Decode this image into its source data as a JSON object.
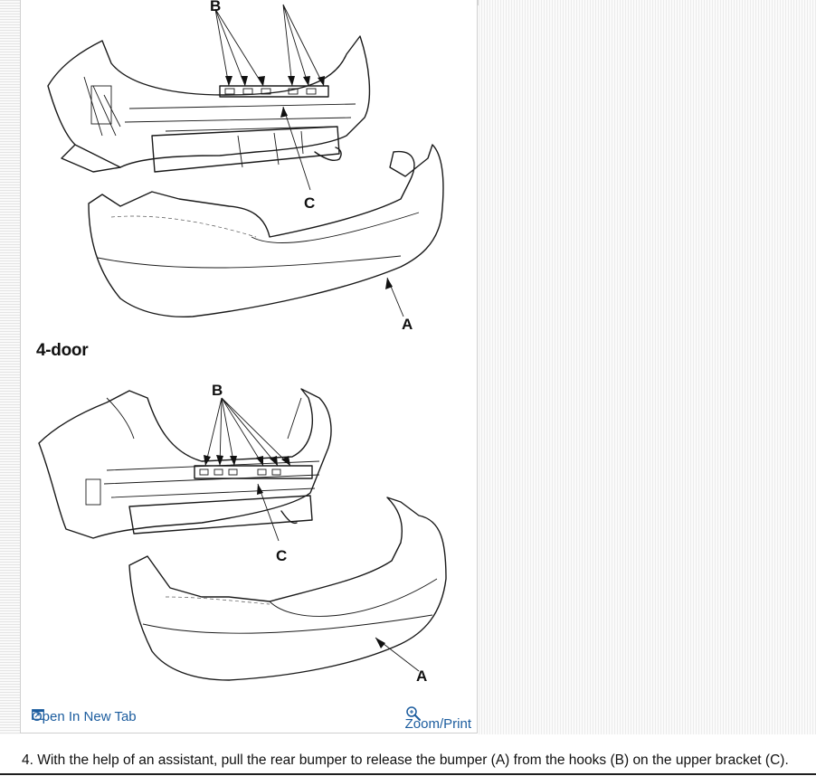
{
  "figure": {
    "section_label": "4-door",
    "callouts": {
      "top_b": "B",
      "top_c": "C",
      "top_a": "A",
      "bottom_b": "B",
      "bottom_c": "C",
      "bottom_a": "A"
    },
    "links": {
      "open_new_tab": "Open In New Tab",
      "zoom_print": "Zoom/Print"
    }
  },
  "instruction": {
    "text": "4. With the help of an assistant, pull the rear bumper to release the bumper (A) from the hooks (B) on the upper bracket (C)."
  },
  "colors": {
    "link": "#1b5c9e",
    "text": "#111111"
  },
  "icons": {
    "open_tab": "open-in-new-tab-icon",
    "zoom": "magnifier-icon"
  }
}
